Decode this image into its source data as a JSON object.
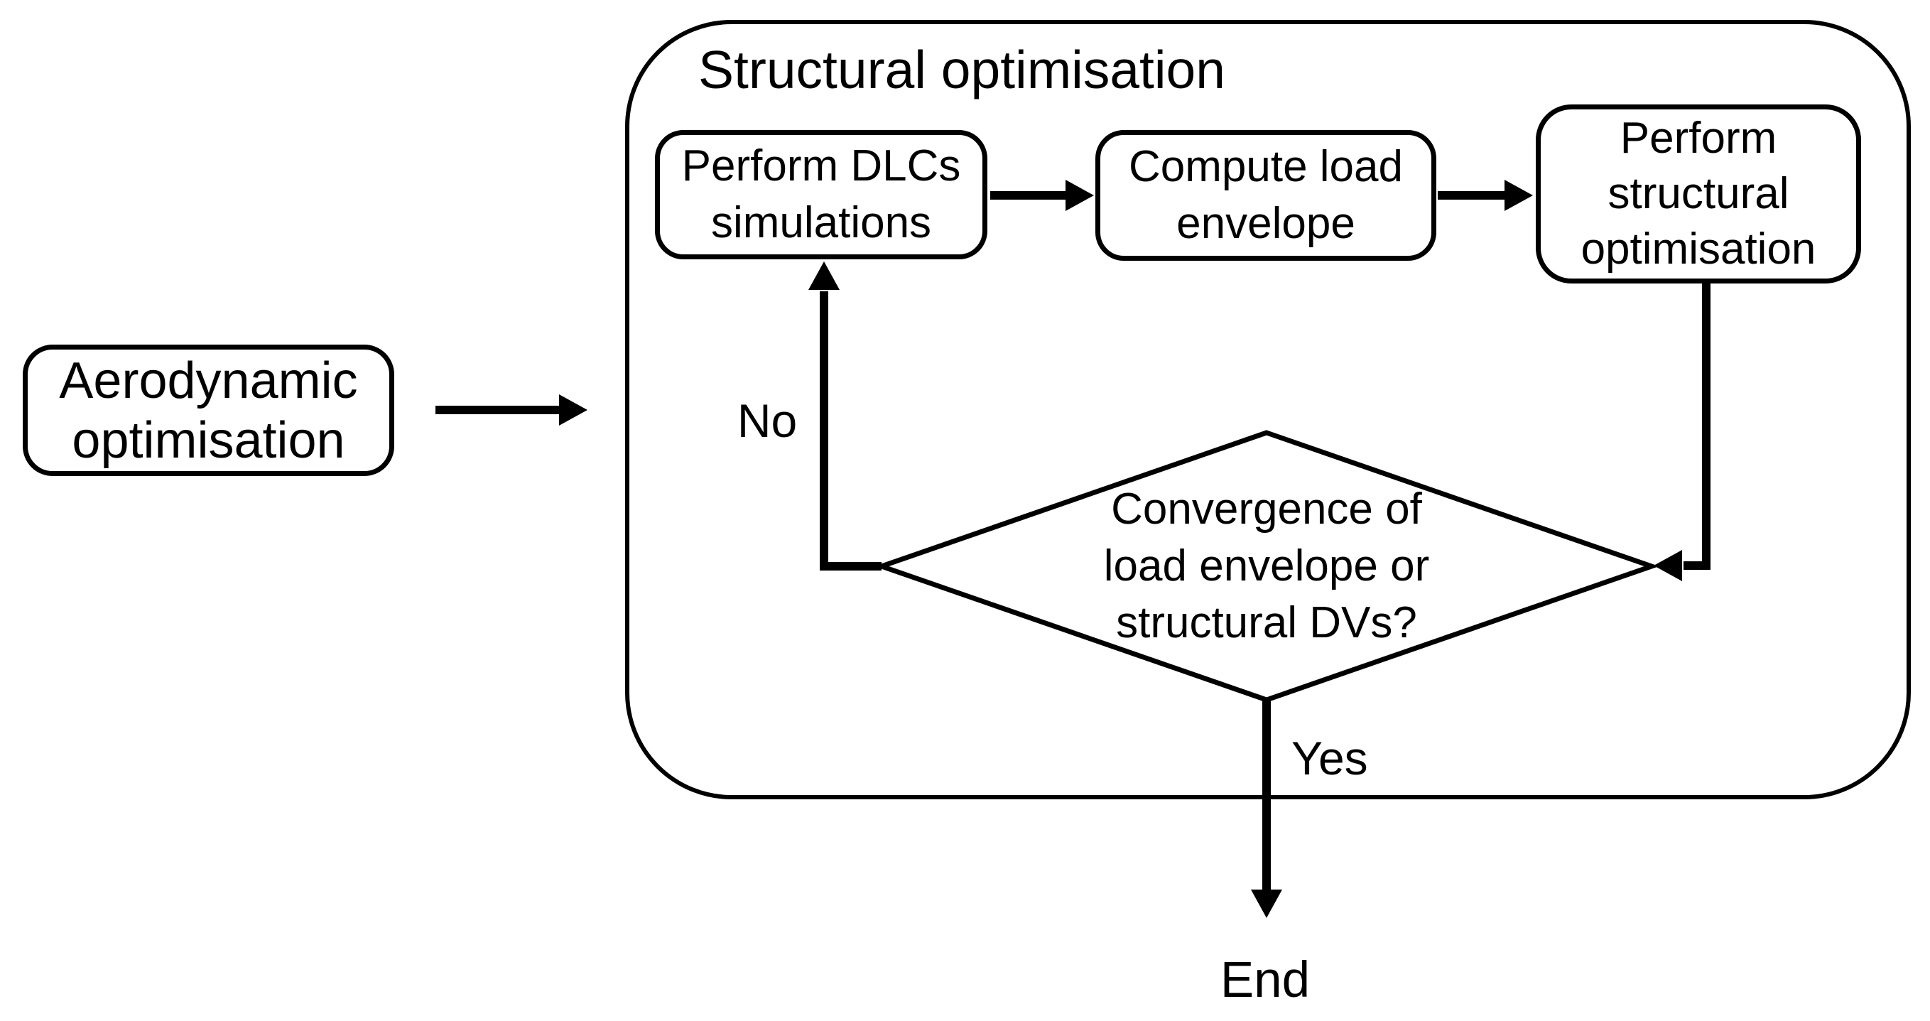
{
  "colors": {
    "stroke": "#000000",
    "background": "#ffffff"
  },
  "diagram": {
    "start_node": {
      "lines": [
        "Aerodynamic",
        "optimisation"
      ]
    },
    "group": {
      "title": "Structural optimisation"
    },
    "process_nodes": {
      "dlcs": {
        "lines": [
          "Perform DLCs",
          "simulations"
        ]
      },
      "load_envelope": {
        "lines": [
          "Compute load",
          "envelope"
        ]
      },
      "structural_opt": {
        "lines": [
          "Perform",
          "structural",
          "optimisation"
        ]
      }
    },
    "decision_node": {
      "lines": [
        "Convergence of",
        "load envelope or",
        "structural DVs?"
      ]
    },
    "edge_labels": {
      "no": "No",
      "yes": "Yes"
    },
    "end_label": "End"
  }
}
